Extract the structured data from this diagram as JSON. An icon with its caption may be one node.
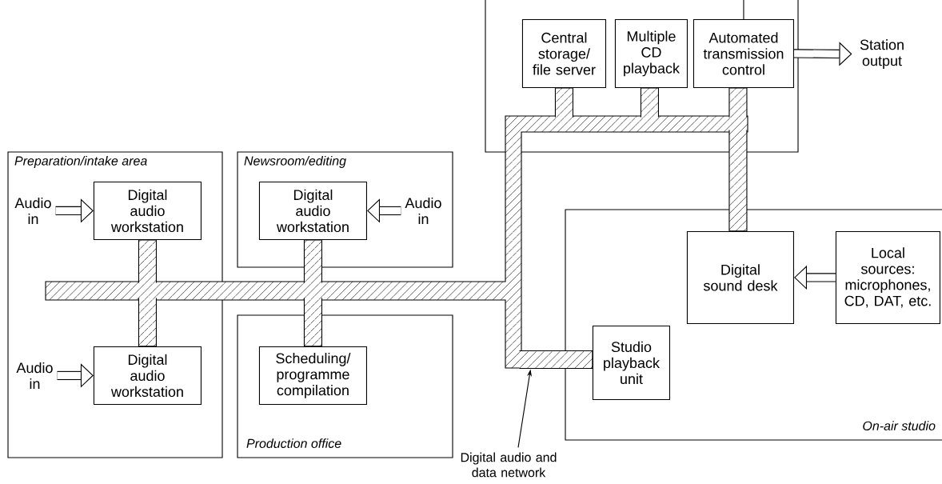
{
  "diagram": {
    "nodes": [
      {
        "text": [
          "Preparation/intake area"
        ]
      },
      {
        "text": [
          "Digital audio workstation"
        ],
        "in": 0
      },
      {
        "text": [
          "Digital audio workstation"
        ],
        "in": 0
      },
      {
        "text": [
          "Newsroom/editing"
        ]
      },
      {
        "text": [
          "Digital audio workstation"
        ],
        "in": 3
      },
      {
        "text": [
          "Production office"
        ]
      },
      {
        "text": [
          "Scheduling/ programme compilation"
        ],
        "in": 5
      },
      {
        "text": [],
        "shape": "box"
      },
      {
        "text": [
          "Central storage/ file server"
        ],
        "in": 7
      },
      {
        "text": [
          "Multiple CD playback"
        ],
        "in": 7
      },
      {
        "text": [
          "Automated transmission control"
        ],
        "in": 7
      },
      {
        "text": [
          "On-air studio"
        ]
      },
      {
        "text": [
          "Digital sound desk"
        ],
        "in": 11
      },
      {
        "text": [
          "Local sources: microphones, CD, DAT, etc."
        ],
        "in": 11
      },
      {
        "text": [
          "Studio playback unit"
        ],
        "in": 11
      },
      {
        "text": [
          "Audio in"
        ],
        "in": 0
      },
      {
        "text": [
          "Audio in"
        ],
        "in": 0
      },
      {
        "text": [
          "Audio in"
        ],
        "in": 3
      },
      {
        "text": [
          "Station output"
        ]
      },
      {
        "text": [
          "Digital audio and data network"
        ]
      },
      {
        "text": [],
        "shape": "bar"
      }
    ],
    "edges": [
      {
        "from": 15,
        "to": 1,
        "arrow": "to"
      },
      {
        "from": 16,
        "to": 2,
        "arrow": "to"
      },
      {
        "from": 17,
        "to": 4,
        "arrow": "to"
      },
      {
        "from": 13,
        "to": 12,
        "arrow": "to"
      },
      {
        "from": 10,
        "to": 18,
        "arrow": "to"
      },
      {
        "from": 1,
        "to": 20,
        "arrow": "none",
        "style": "thick"
      },
      {
        "from": 2,
        "to": 20,
        "arrow": "none",
        "style": "thick"
      },
      {
        "from": 4,
        "to": 20,
        "arrow": "none",
        "style": "thick"
      },
      {
        "from": 6,
        "to": 20,
        "arrow": "none",
        "style": "thick"
      },
      {
        "from": 8,
        "to": 20,
        "arrow": "none",
        "style": "thick"
      },
      {
        "from": 9,
        "to": 20,
        "arrow": "none",
        "style": "thick"
      },
      {
        "from": 10,
        "to": 20,
        "arrow": "none",
        "style": "thick"
      },
      {
        "from": 12,
        "to": 20,
        "arrow": "none",
        "style": "thick"
      },
      {
        "from": 14,
        "to": 20,
        "arrow": "none",
        "style": "thick"
      },
      {
        "from": 19,
        "to": 20,
        "arrow": "to"
      },
      {
        "from": null,
        "to": 10,
        "arrow": "none"
      }
    ]
  }
}
